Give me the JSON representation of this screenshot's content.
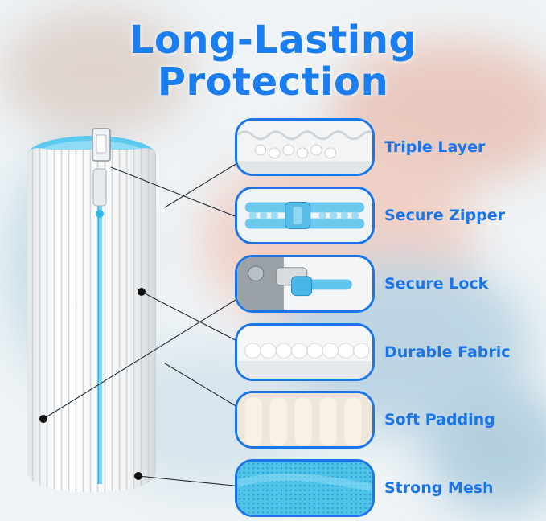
{
  "title": {
    "line1": "Long-Lasting",
    "line2": "Protection"
  },
  "colors": {
    "accent": "#1a75e8",
    "mesh": "#4fc3e8"
  },
  "features": [
    {
      "label": "Triple Layer",
      "image": "triple-layer-closeup"
    },
    {
      "label": "Secure Zipper",
      "image": "zipper-closeup"
    },
    {
      "label": "Secure Lock",
      "image": "zipper-lock-closeup"
    },
    {
      "label": "Durable Fabric",
      "image": "fabric-closeup"
    },
    {
      "label": "Soft Padding",
      "image": "padding-closeup"
    },
    {
      "label": "Strong Mesh",
      "image": "mesh-closeup"
    }
  ]
}
